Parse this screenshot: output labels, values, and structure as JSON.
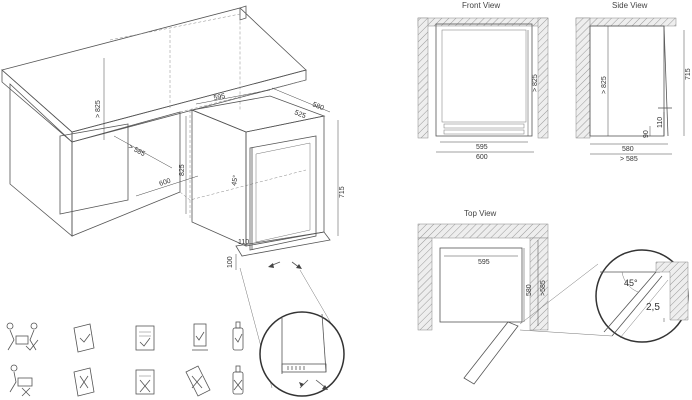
{
  "views": {
    "front": {
      "title": "Front View",
      "height": "> 825",
      "inner_width": "595",
      "outer_width": "600"
    },
    "side": {
      "title": "Side View",
      "height": "> 825",
      "appliance_height": "715",
      "plinth_110": "110",
      "plinth_90": "90",
      "depth_580": "580",
      "depth_585": "> 585"
    },
    "top": {
      "title": "Top View",
      "width": "595",
      "depth_580": "580",
      "depth_585": ">585",
      "angle": "45°",
      "gap": "2,5"
    },
    "iso": {
      "counter_height": "> 825",
      "niche_depth": "> 585",
      "niche_width": "600",
      "niche_height": "825",
      "top_width": "595",
      "top_depth_580": "580",
      "top_depth_525": "525",
      "appliance_height": "715",
      "door_angle": "45°",
      "plinth_110": "110",
      "plinth_100": "100"
    }
  },
  "instructions": {
    "ok_icons": [
      "two-person-lift-icon",
      "manual-ok-icon",
      "document-ok-icon",
      "upright-ok-icon",
      "bottle-ok-icon"
    ],
    "no_icons": [
      "one-person-lift-no-icon",
      "manual-no-icon",
      "document-no-icon",
      "tilted-no-icon",
      "bottle-no-icon"
    ]
  }
}
